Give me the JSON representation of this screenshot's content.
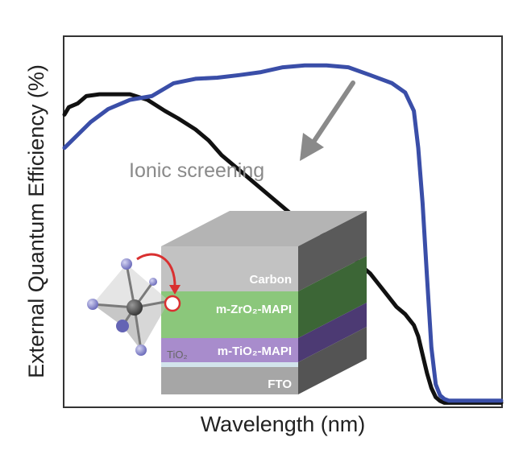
{
  "chart_data": {
    "type": "line",
    "title": "",
    "xlabel": "Wavelength (nm)",
    "ylabel": "External Quantum Efficiency (%)",
    "xlim": [
      0,
      100
    ],
    "ylim": [
      0,
      100
    ],
    "grid": false,
    "ticks": false,
    "series": [
      {
        "color": "#111111",
        "x": [
          0,
          1,
          3,
          5,
          8,
          10,
          12,
          15,
          19,
          23,
          26,
          30,
          33,
          36,
          40,
          44,
          48,
          52,
          56,
          60,
          64,
          68,
          70,
          72,
          74,
          76,
          78,
          80,
          81,
          82,
          83,
          84,
          85,
          86,
          87,
          88,
          89,
          90,
          92,
          96,
          100
        ],
        "y": [
          79,
          81,
          82,
          84,
          84.5,
          84.5,
          84.5,
          84.5,
          83,
          80,
          78,
          75,
          72,
          68,
          64,
          60,
          56,
          52,
          49,
          46,
          43,
          38,
          36,
          33,
          30,
          27,
          25,
          22,
          19,
          14,
          9,
          5,
          2.5,
          1.5,
          1,
          1,
          1,
          1,
          1,
          1,
          1
        ]
      },
      {
        "color": "#3a4ea8",
        "x": [
          0,
          3,
          6,
          10,
          15,
          20,
          25,
          30,
          35,
          40,
          45,
          50,
          55,
          60,
          65,
          70,
          75,
          78,
          80,
          81,
          82,
          83,
          84,
          85,
          86,
          87,
          88,
          90,
          92,
          96,
          100
        ],
        "y": [
          70,
          73.5,
          77,
          80.5,
          83,
          84,
          87.5,
          88.7,
          89,
          89.7,
          90.5,
          91.8,
          92.3,
          92.3,
          91.8,
          89.7,
          87.5,
          85,
          80,
          70,
          55,
          35,
          16,
          6,
          3,
          2,
          1.6,
          1.6,
          1.6,
          1.6,
          1.6
        ]
      }
    ],
    "annotations": [
      {
        "text": "Ionic screening",
        "arrow": true
      }
    ]
  },
  "inset": {
    "layers": [
      "Carbon",
      "m-ZrO₂-MAPI",
      "m-TiO₂-MAPI",
      "TiO₂",
      "FTO"
    ],
    "colors": {
      "top": "#b4b4b4",
      "carbon": "#c2c2c2",
      "zro2": "#8bc77b",
      "tio2_mapi": "#a88ccc",
      "fto": "#a6a6a6",
      "red_arrow": "#d93030",
      "octahedron": "#8a8a8a",
      "atom": "#8f8fcf"
    }
  }
}
